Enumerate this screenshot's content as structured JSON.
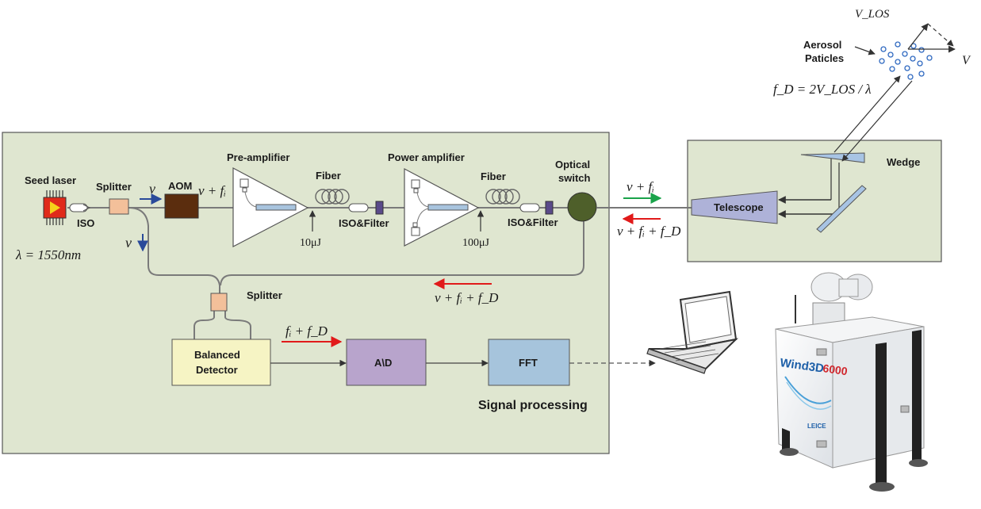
{
  "labels": {
    "seed_laser": "Seed laser",
    "iso": "ISO",
    "splitter_top": "Splitter",
    "aom": "AOM",
    "nu_arrow_top": "ν",
    "nu_plus_fi": "ν + fᵢ",
    "pre_amplifier": "Pre-amplifier",
    "fiber_1": "Fiber",
    "power_amplifier": "Power amplifier",
    "fiber_2": "Fiber",
    "optical_switch_line1": "Optical",
    "optical_switch_line2": "switch",
    "iso_filter_1": "ISO&Filter",
    "iso_filter_2": "ISO&Filter",
    "energy_1": "10μJ",
    "energy_2": "100μJ",
    "nu_down": "ν",
    "wavelength": "λ = 1550nm",
    "splitter_bottom": "Splitter",
    "balanced_line1": "Balanced",
    "balanced_line2": "Detector",
    "ad": "A\\D",
    "fft": "FFT",
    "signal_processing": "Signal processing",
    "fi_plus_fd": "fᵢ + f_D",
    "return_signal_inner": "ν + fᵢ + f_D",
    "outgoing_signal": "ν + fᵢ",
    "return_signal_outer": "ν + fᵢ + f_D",
    "telescope": "Telescope",
    "wedge": "Wedge",
    "aerosol_line1": "Aerosol",
    "aerosol_line2": "Paticles",
    "v_los": "V_LOS",
    "v": "V",
    "doppler_formula": "f_D = 2V_LOS / λ",
    "lidar_brand": "Wind3D",
    "lidar_model": "6000",
    "lidar_maker": "LEICE"
  },
  "colors": {
    "panel_bg": "#dfe6d0",
    "panel_border": "#555555",
    "aom": "#5b2d0e",
    "balanced_detector": "#f6f4c4",
    "ad": "#b8a4cc",
    "fft": "#a6c4dc",
    "telescope": "#aeb2d8",
    "optical_switch": "#4e5f2a",
    "splitter": "#f3c09a",
    "green_arrow": "#1aa34a",
    "red_arrow": "#e11a1a",
    "blue_arrow": "#2a4a9a",
    "aerosol": "#2e68c0"
  },
  "icons": {
    "seed_laser": "laser-diode-icon",
    "laptop": "laptop-icon",
    "lidar": "wind-lidar-device-icon"
  }
}
